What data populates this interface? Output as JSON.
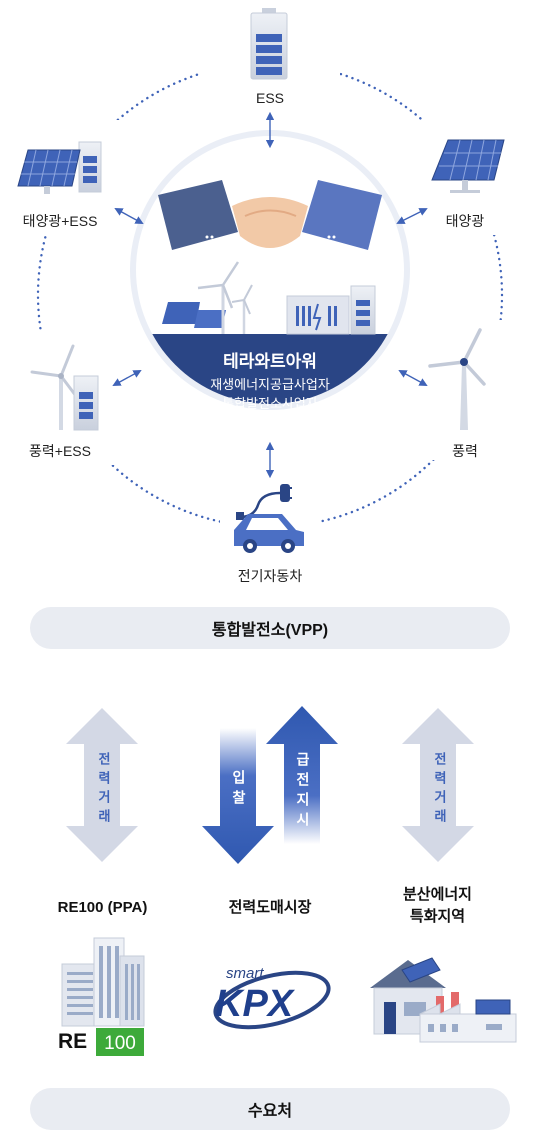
{
  "ring": {
    "ess": "ESS",
    "solar_ess": "태양광+ESS",
    "solar": "태양광",
    "wind_ess": "풍력+ESS",
    "wind": "풍력",
    "ev": "전기자동차"
  },
  "center": {
    "company": "테라와트아워",
    "line1": "재생에너지공급사업자",
    "line2": "통합발전소사업자"
  },
  "vpp_bar": "통합발전소(VPP)",
  "flows": {
    "left": "전력거래",
    "bid": "입찰",
    "dispatch": "급전지시",
    "right": "전력거래"
  },
  "demand": {
    "re100": "RE100 (PPA)",
    "wholesale": "전력도매시장",
    "distributed_l1": "분산에너지",
    "distributed_l2": "특화지역"
  },
  "logos": {
    "re_text": "RE",
    "re_num": "100",
    "kpx_small": "smart",
    "kpx_big": "KPX"
  },
  "consumer_bar": "수요처",
  "colors": {
    "navy": "#2a4585",
    "blue": "#3f63b8",
    "gray_arrow": "#d1d5e3",
    "green": "#3daa3a"
  }
}
